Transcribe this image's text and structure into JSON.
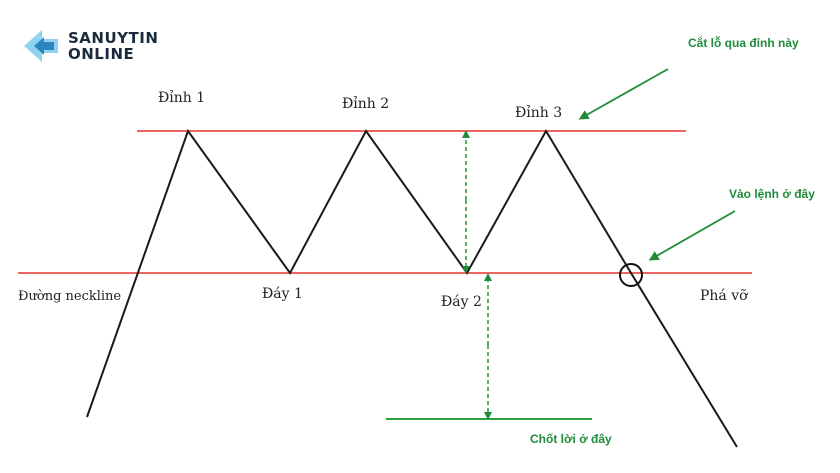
{
  "brand": {
    "line1": "SANUYTIN",
    "line2": "ONLINE",
    "icon": "arrow-logo-icon",
    "colors": {
      "logo_light": "#8fd3f0",
      "logo_dark": "#2e86c1"
    }
  },
  "labels": {
    "peak1": "Đỉnh 1",
    "peak2": "Đỉnh 2",
    "peak3": "Đỉnh 3",
    "trough1": "Đáy 1",
    "trough2": "Đáy 2",
    "neckline": "Đường neckline",
    "breakout": "Phá vỡ"
  },
  "annotations": {
    "stop_loss": "Cắt lỗ qua đỉnh này",
    "entry": "Vào lệnh ở đây",
    "take_profit": "Chốt lời ở đây"
  },
  "colors": {
    "resistance_line": "#e8302a",
    "neckline": "#e8302a",
    "price_line": "#1a1a1a",
    "annotation": "#1e8c3a",
    "target_line": "#2e9e3e"
  }
}
